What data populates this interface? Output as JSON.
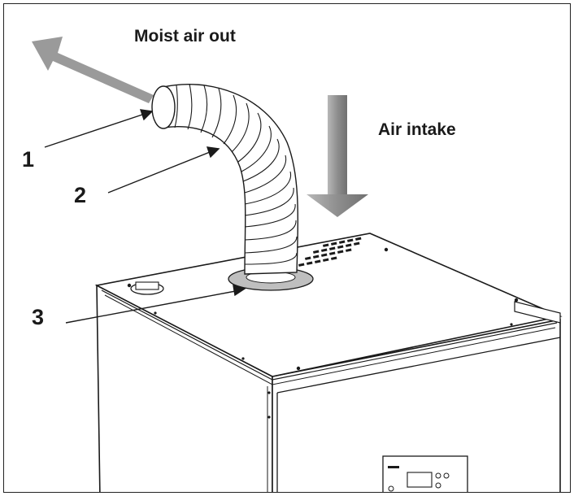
{
  "figure": {
    "captions": {
      "moist_air_out": "Moist air out",
      "air_intake": "Air intake"
    },
    "callouts": [
      {
        "number": "1",
        "part": "duct-outlet"
      },
      {
        "number": "2",
        "part": "flexible-duct"
      },
      {
        "number": "3",
        "part": "duct-collar"
      }
    ],
    "colors": {
      "arrow": "#9a9a9a",
      "arrow_dark": "#6f6f6f",
      "outline": "#1a1a1a",
      "duct": "#ffffff",
      "collar": "#bfbfbf"
    }
  }
}
